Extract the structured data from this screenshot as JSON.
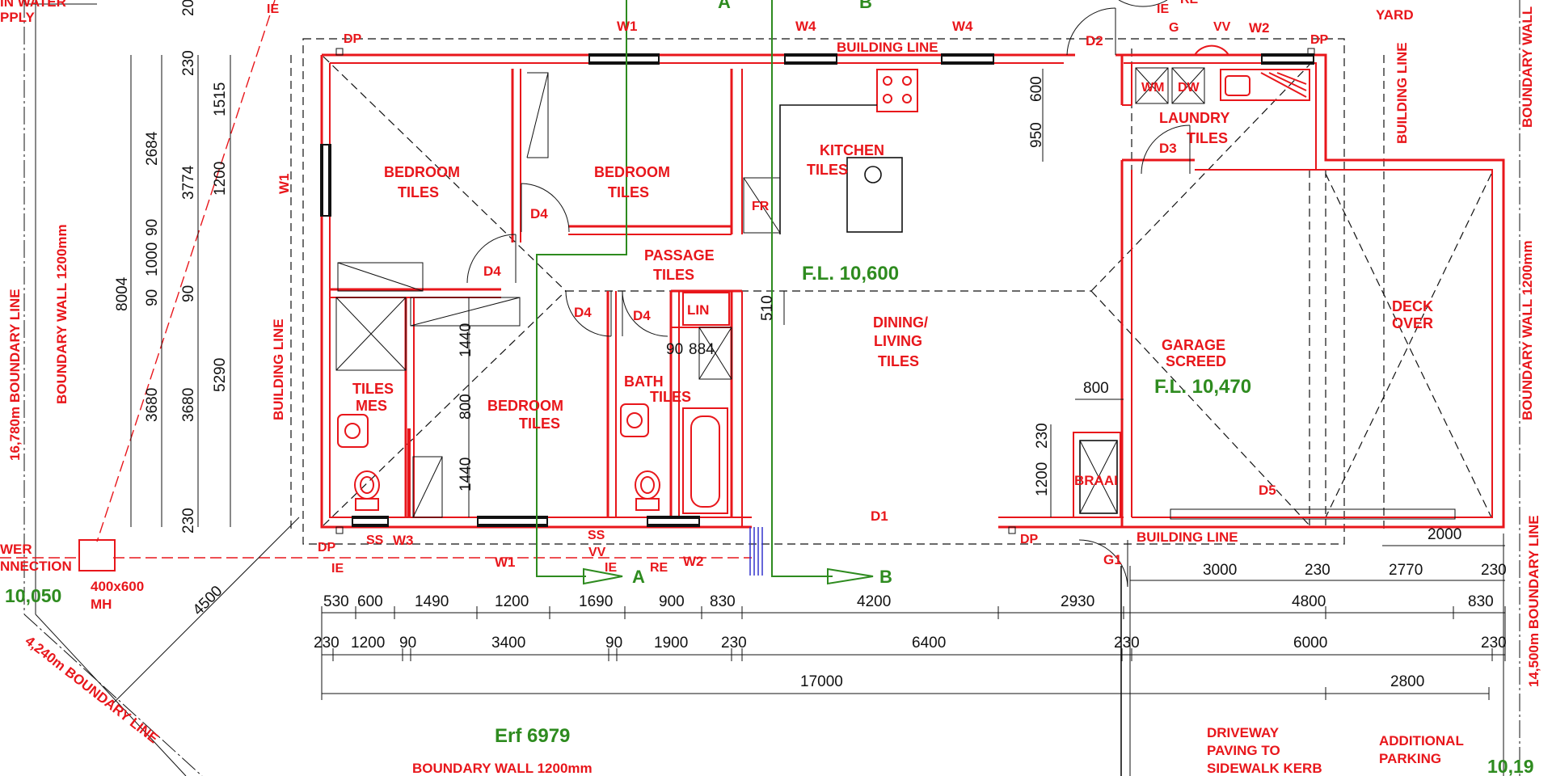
{
  "room_labels": {
    "bedroom1_a": "BEDROOM",
    "bedroom1_b": "TILES",
    "bedroom2_a": "BEDROOM",
    "bedroom2_b": "TILES",
    "bedroom3_a": "BEDROOM",
    "bedroom3_b": "TILES",
    "kitchen_a": "KITCHEN",
    "kitchen_b": "TILES",
    "passage_a": "PASSAGE",
    "passage_b": "TILES",
    "dining_a": "DINING/",
    "dining_b": "LIVING",
    "dining_c": "TILES",
    "laundry_a": "LAUNDRY",
    "laundry_b": "TILES",
    "garage_a": "GARAGE",
    "garage_b": "SCREED",
    "mes_a": "TILES",
    "mes_b": "MES",
    "bath_a": "BATH",
    "bath_b": "TILES",
    "deck_a": "DECK",
    "deck_b": "OVER",
    "braai": "BRAAI",
    "lin": "LIN",
    "fr": "FR",
    "wm": "WM",
    "dw": "DW"
  },
  "door_labels": {
    "d4a": "D4",
    "d4b": "D4",
    "d4c": "D4",
    "d4d": "D4",
    "d1": "D1",
    "d2": "D2",
    "d3": "D3",
    "d5": "D5",
    "g1": "G1"
  },
  "window_labels": {
    "w1_top": "W1",
    "w1_left": "W1",
    "w1_bottom": "W1",
    "w2_top": "W2",
    "w2_bottom": "W2",
    "w3": "W3",
    "w4_a": "W4",
    "w4_b": "W4"
  },
  "service_labels": {
    "dp_tl": "DP",
    "dp_bl": "DP",
    "dp_tr": "DP",
    "dp_bm": "DP",
    "ie_top": "IE",
    "ie_bl": "IE",
    "ie_bm": "IE",
    "ie_tr": "IE",
    "ss_a": "SS",
    "ss_b": "SS",
    "vv_b": "VV",
    "vv_t": "VV",
    "re": "RE",
    "re_top": "RE",
    "g": "G"
  },
  "site_labels": {
    "building_line_top": "BUILDING LINE",
    "building_line_bottom": "BUILDING LINE",
    "building_line_left": "BUILDING LINE",
    "building_line_right": "BUILDING LINE",
    "boundary_left": "16,780m BOUNDARY LINE",
    "boundary_wall_left": "BOUNDARY WALL 1200mm",
    "boundary_wall_bottom": "BOUNDARY WALL 1200mm",
    "boundary_wall_right": "BOUNDARY WALL 1200mm",
    "boundary_wall_right_top": "BOUNDARY WALL",
    "boundary_right": "14,500m BOUNDARY LINE",
    "boundary_diag": "4,240m BOUNDARY LINE",
    "water_a": "IN WATER",
    "water_b": "PPLY",
    "sewer_a": "WER",
    "sewer_b": "NNECTION",
    "mh_a": "400x600",
    "mh_b": "MH",
    "drying_yard": "YARD",
    "driveway_a": "DRIVEWAY",
    "driveway_b": "PAVING TO",
    "driveway_c": "SIDEWALK KERB",
    "parking_a": "ADDITIONAL",
    "parking_b": "PARKING"
  },
  "levels": {
    "fl_house": "F.L. 10,600",
    "fl_garage": "F.L. 10,470",
    "site_left": "10,050",
    "site_right": "10,19",
    "erf": "Erf 6979",
    "section_a": "A",
    "section_b": "B"
  },
  "dimensions": {
    "row1": [
      "530",
      "600",
      "1490",
      "1200",
      "1690",
      "900",
      "830",
      "4200",
      "2930",
      "4800",
      "830"
    ],
    "row2": [
      "230",
      "1200",
      "90",
      "3400",
      "90",
      "1900",
      "230",
      "6400",
      "230",
      "6000",
      "230"
    ],
    "total": "17000",
    "d2800": "2800",
    "d2000": "2000",
    "d3000": "3000",
    "d230_g": "230",
    "d2770": "2770",
    "d230_r": "230",
    "d4500": "4500",
    "left_col1": [
      "3680"
    ],
    "left_8004": "8004",
    "left_col2": [
      "2684",
      "90",
      "1000",
      "90",
      "90",
      "3680"
    ],
    "left_col3": [
      "230",
      "3774",
      "90",
      "5290",
      "230"
    ],
    "left_col4": [
      "1515",
      "1200"
    ],
    "room_dims": {
      "d1440a": "1440",
      "d800a": "800",
      "d1440b": "1440",
      "d510": "510",
      "d600": "600",
      "d950": "950",
      "d800b": "800",
      "d1200": "1200",
      "d230b": "230",
      "d90": "90",
      "d884": "884",
      "d20": "20"
    }
  }
}
